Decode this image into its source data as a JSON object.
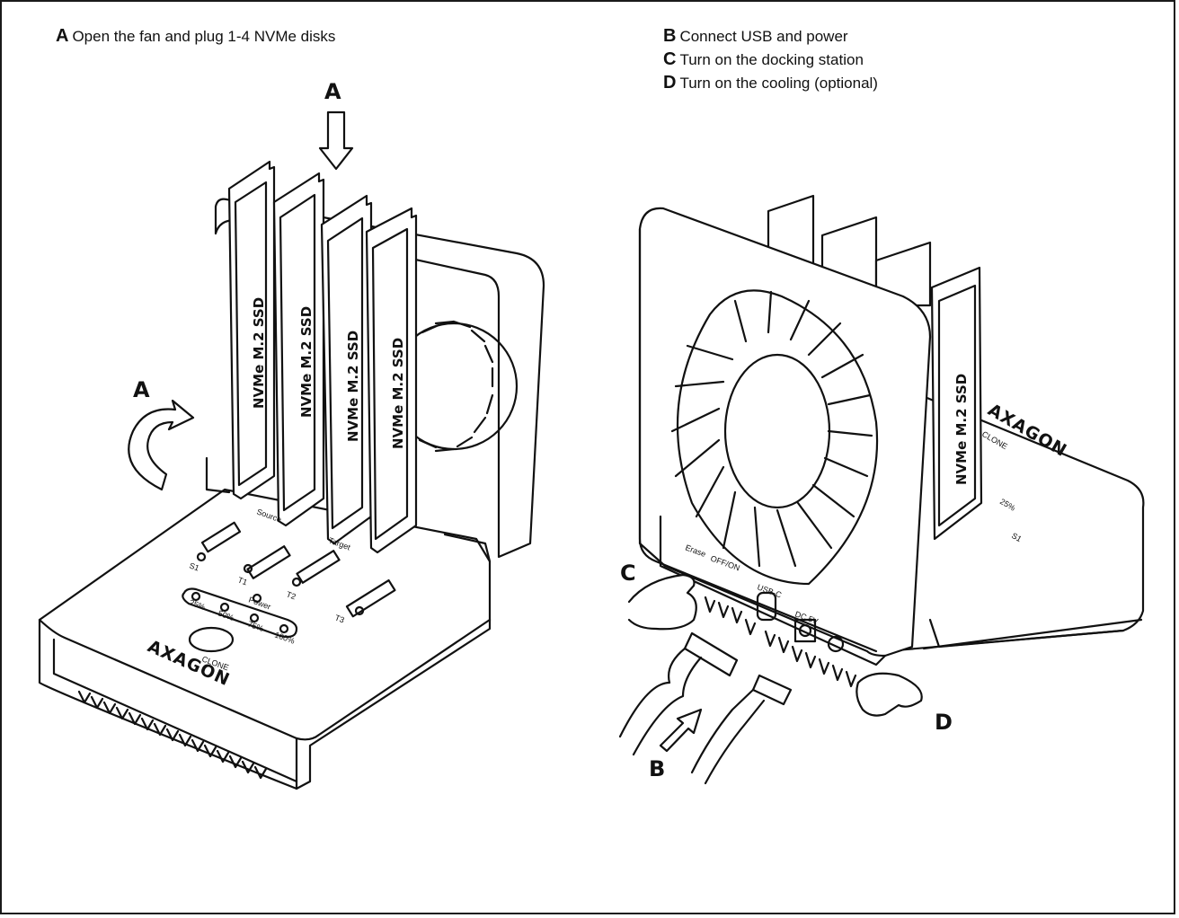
{
  "instructions": [
    {
      "letter": "A",
      "text": "Open the fan and plug 1-4 NVMe disks"
    },
    {
      "letter": "B",
      "text": "Connect USB and power"
    },
    {
      "letter": "C",
      "text": "Turn on the docking station"
    },
    {
      "letter": "D",
      "text": "Turn on the cooling (optional)"
    }
  ],
  "callouts": {
    "a_top": "A",
    "a_side": "A",
    "b": "B",
    "c": "C",
    "d": "D"
  },
  "device_left": {
    "ssd_label": "NVMe M.2 SSD",
    "slot_labels": [
      "S1",
      "T1",
      "T2",
      "T3"
    ],
    "led_labels": [
      "25%",
      "50%",
      "75%",
      "100%"
    ],
    "power_label": "Power",
    "source_label": "Source",
    "target_label": "Target",
    "clone_label": "CLONE",
    "brand": "AXAGON"
  },
  "device_right": {
    "ssd_label": "NVMe M.2 SSD",
    "erase_label": "Erase",
    "switch_label": "OFF/ON",
    "usb_label": "USB-C",
    "dc_label": "DC 5V",
    "brand": "AXAGON",
    "clone_label": "CLONE",
    "led_label": "25%",
    "slot_label": "S1"
  }
}
